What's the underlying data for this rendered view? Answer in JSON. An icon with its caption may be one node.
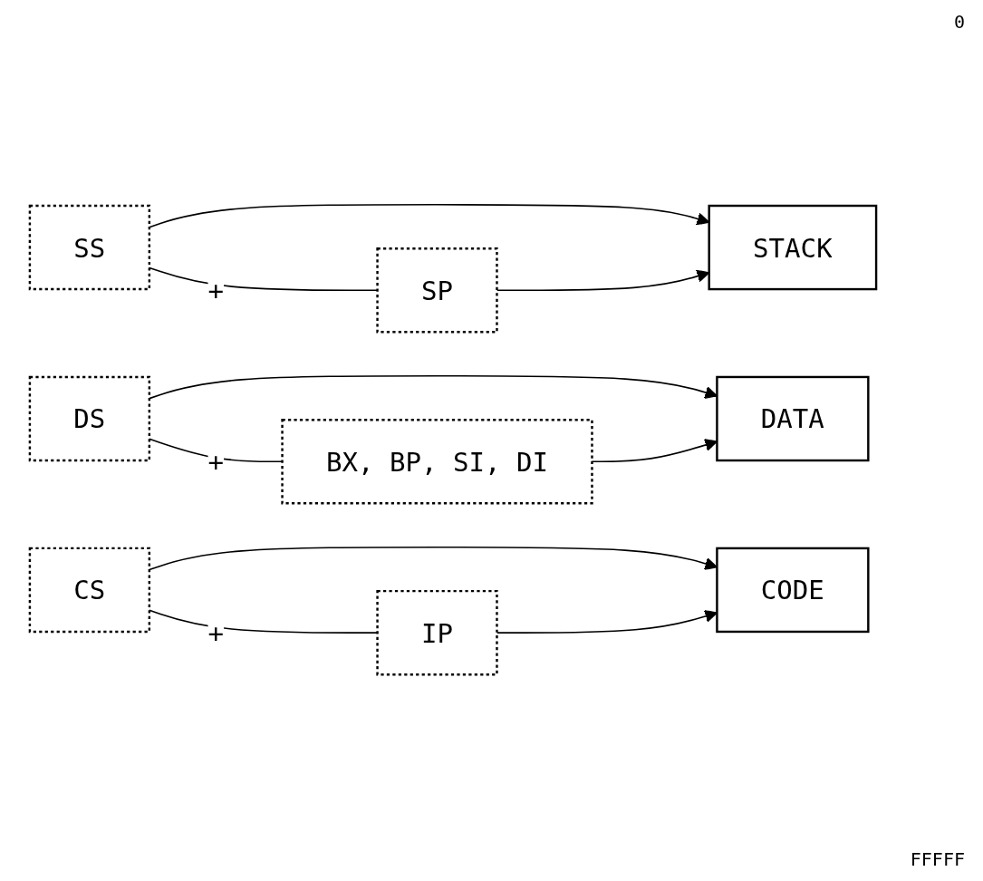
{
  "diagram": {
    "nodes": [
      {
        "text": [
          "SS"
        ]
      },
      {
        "text": [
          "SP"
        ]
      },
      {
        "text": [
          "STACK"
        ]
      },
      {
        "text": [
          "DS"
        ]
      },
      {
        "text": [
          "BX, BP, SI, DI"
        ]
      },
      {
        "text": [
          "DATA"
        ]
      },
      {
        "text": [
          "CS"
        ]
      },
      {
        "text": [
          "IP"
        ]
      },
      {
        "text": [
          "CODE"
        ]
      }
    ],
    "edges": [
      {
        "from": 0,
        "to": 2,
        "arrow": "to"
      },
      {
        "from": 0,
        "to": 1,
        "arrow": "none",
        "label": "+"
      },
      {
        "from": 1,
        "to": 2,
        "arrow": "to"
      },
      {
        "from": 3,
        "to": 5,
        "arrow": "to"
      },
      {
        "from": 3,
        "to": 4,
        "arrow": "none",
        "label": "+"
      },
      {
        "from": 4,
        "to": 5,
        "arrow": "to"
      },
      {
        "from": 6,
        "to": 8,
        "arrow": "to"
      },
      {
        "from": 6,
        "to": 7,
        "arrow": "none",
        "label": "+"
      },
      {
        "from": 7,
        "to": 8,
        "arrow": "to"
      }
    ],
    "labels": [
      "0",
      "FFFFF"
    ]
  }
}
